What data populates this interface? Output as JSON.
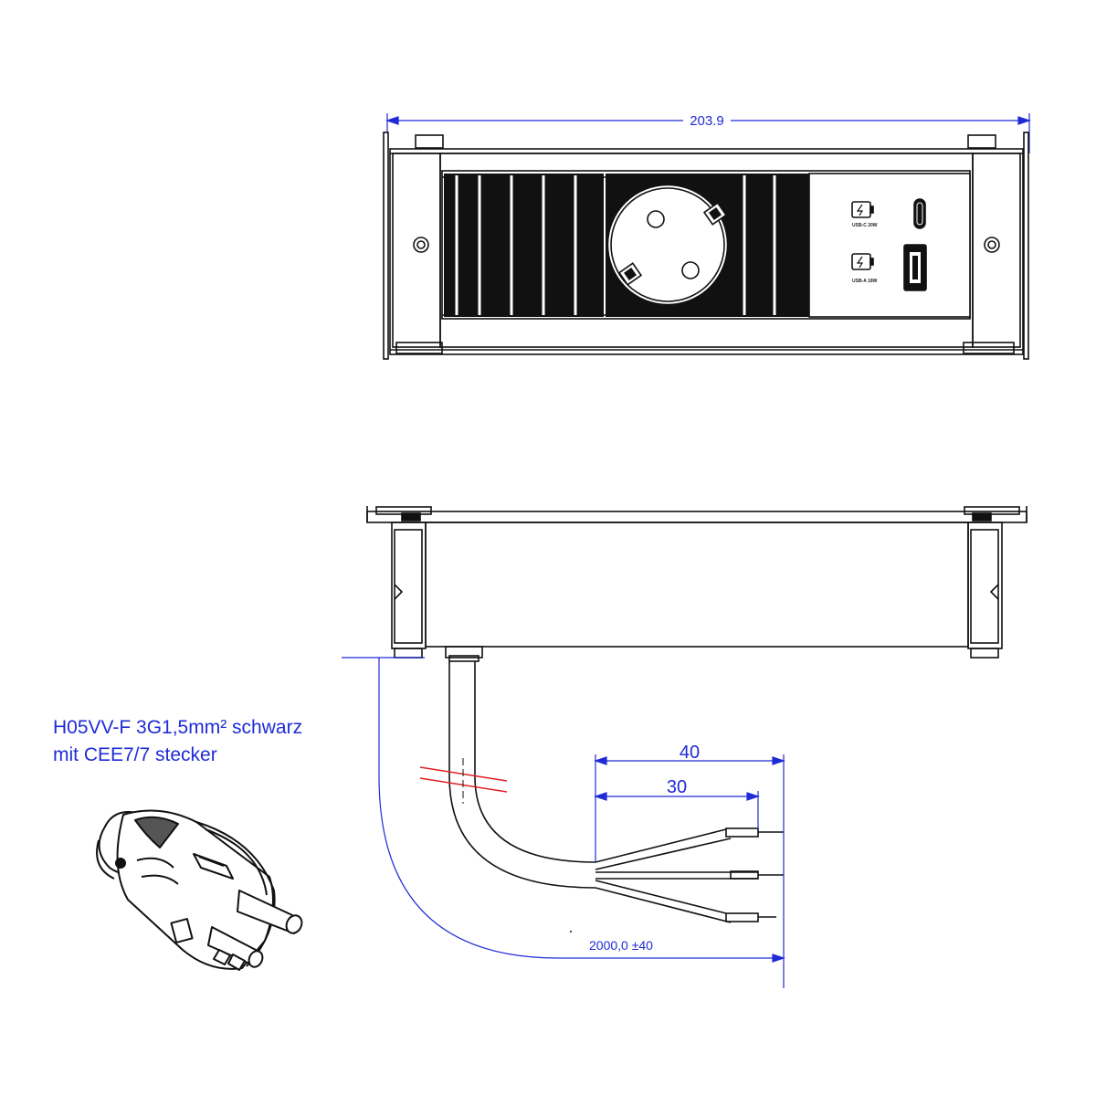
{
  "dimensions": {
    "overall_width": "203.9",
    "strip_length_long": "40",
    "strip_length_short": "30",
    "cable_length": "2000,0 ±40"
  },
  "cable_note": {
    "line1": "H05VV-F 3G1,5mm² schwarz",
    "line2": "mit CEE7/7 stecker"
  },
  "usb_labels": {
    "usb_c": "USB-C 20W",
    "usb_a": "USB-A 18W"
  },
  "colors": {
    "dimension_lines": "#1f2bd6",
    "break_marks": "#e02020",
    "outline": "#111111"
  }
}
